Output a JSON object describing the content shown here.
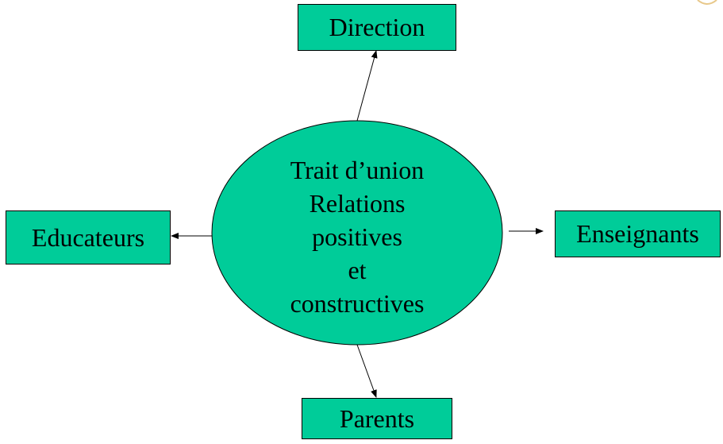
{
  "diagram": {
    "center": {
      "lines": [
        "Trait d’union",
        "Relations",
        "positives",
        "et",
        "constructives"
      ]
    },
    "nodes": {
      "direction": "Direction",
      "educateurs": "Educateurs",
      "enseignants": "Enseignants",
      "parents": "Parents"
    },
    "colors": {
      "fill": "#00cc99",
      "stroke": "#000000"
    }
  }
}
